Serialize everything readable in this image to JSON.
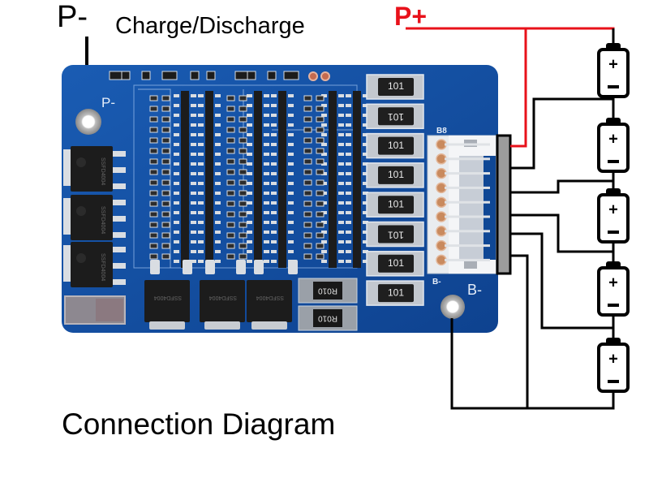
{
  "labels": {
    "p_minus": "P-",
    "charge_discharge": "Charge/Discharge",
    "p_plus": "P+",
    "connection_diagram": "Connection Diagram"
  },
  "board": {
    "silk_p_minus": "P-",
    "silk_b8": "B8",
    "silk_b_minus_small": "B-",
    "silk_b_minus": "B-",
    "balance_resistors": [
      "101",
      "101",
      "101",
      "101",
      "101",
      "101",
      "101",
      "101"
    ],
    "balance_resistor_orientation": [
      "normal",
      "flipped",
      "normal",
      "normal",
      "normal",
      "flipped",
      "normal",
      "normal"
    ],
    "shunt_resistors": [
      "R010",
      "R010"
    ],
    "mosfet_part": "SSFD4004",
    "mosfet_count": 6,
    "connector_pins": 9,
    "colors": {
      "pcb": "#1452a8",
      "pcb_dark": "#0d3f8a",
      "component": "#1c1c1c",
      "pad": "#d9dde2",
      "copper": "#c98a5e"
    }
  },
  "battery_pack": {
    "cell_count": 5,
    "cell_plus_symbol": "+",
    "cell_minus_symbol": "−"
  },
  "wires": {
    "positive_color": "#e8111a",
    "signal_color": "#000000"
  }
}
